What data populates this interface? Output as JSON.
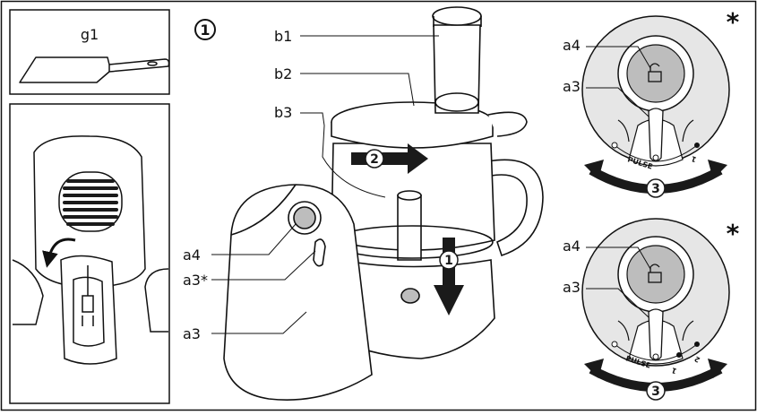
{
  "step_number": "1",
  "asterisk": "*",
  "labels": {
    "g1": "g1",
    "b1": "b1",
    "b2": "b2",
    "b3": "b3",
    "a4_main": "a4",
    "a3star": "a3*",
    "a3_main": "a3",
    "a4_top": "a4",
    "a3_top": "a3",
    "a4_bottom": "a4",
    "a3_bottom": "a3"
  },
  "arrows": {
    "lid_turn": "2",
    "push_down": "1",
    "dial_turn": "3"
  },
  "dial_top": {
    "pulse": "PULSE",
    "speed1": "1"
  },
  "dial_bottom": {
    "pulse": "PULSE",
    "speed1": "1",
    "speed2": "2"
  },
  "colors": {
    "line": "#111111",
    "panel_grey": "#e6e6e6",
    "button_grey": "#bdbdbd",
    "dark": "#1a1a1a"
  }
}
